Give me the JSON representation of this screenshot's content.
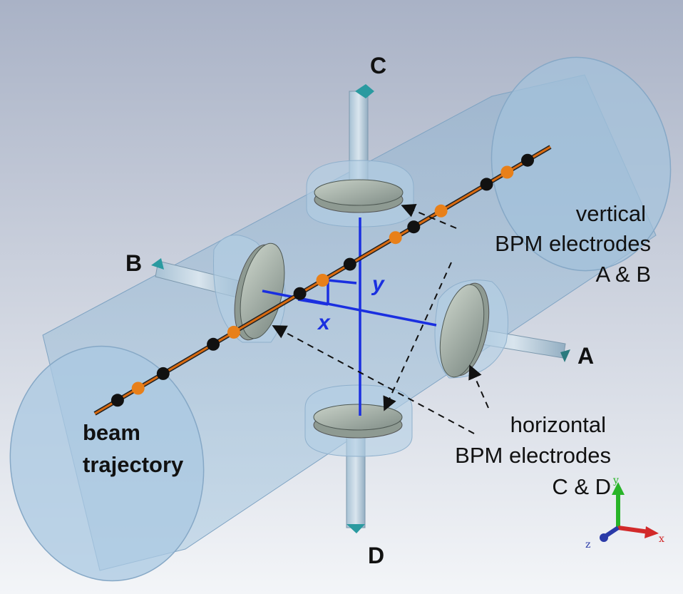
{
  "ports": {
    "a": "A",
    "b": "B",
    "c": "C",
    "d": "D"
  },
  "coords": {
    "x": "x",
    "y": "y"
  },
  "notes": {
    "vertical": [
      "vertical",
      "BPM electrodes",
      "A & B"
    ],
    "horizontal": [
      "horizontal",
      "BPM electrodes",
      "C & D"
    ],
    "beam": [
      "beam",
      "trajectory"
    ]
  },
  "axes_triad": {
    "x": "x",
    "y": "y",
    "z": "z"
  },
  "colors": {
    "background_top": "#a9b2c6",
    "background_bottom": "#f3f5f8",
    "pipe": "#9fbfd8",
    "beam_line": "#d96a10",
    "bunch_orange": "#e8801a",
    "bunch_black": "#111111",
    "coord_lines": "#1a2fe0",
    "port_arrow": "#2a9aa0"
  }
}
